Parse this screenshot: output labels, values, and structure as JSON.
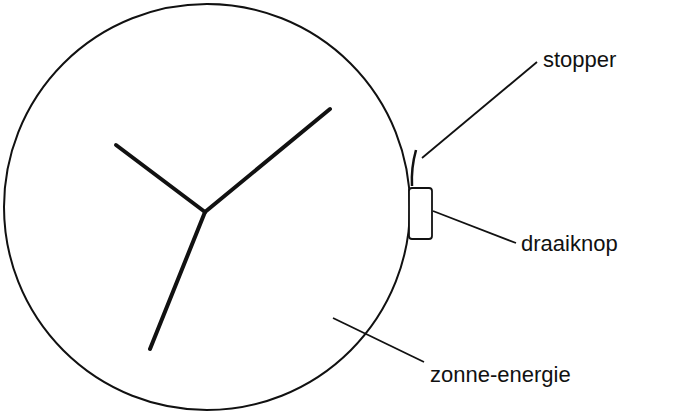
{
  "diagram": {
    "labels": [
      "stopper",
      "draaiknop",
      "zonne-energie"
    ]
  }
}
